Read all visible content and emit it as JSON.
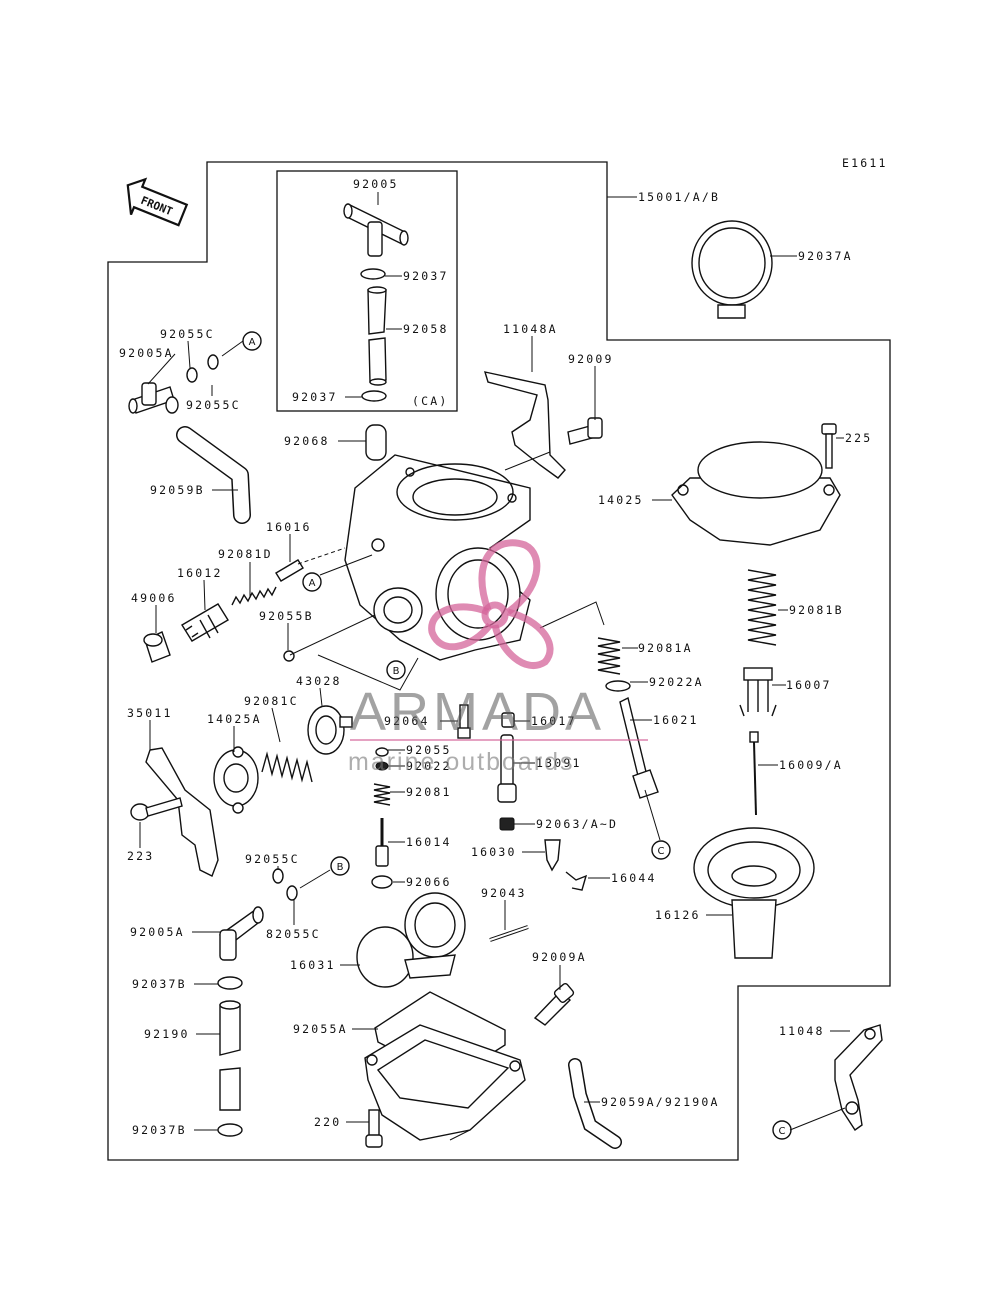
{
  "diagram_code": "E1611",
  "front_label": "FRONT",
  "watermark": {
    "brand": "ARMADA",
    "tagline": "marine outboards",
    "accent": "#d4649a"
  },
  "ca_box_label": "(CA)",
  "callouts": [
    "A",
    "B",
    "C"
  ],
  "labels": [
    "92005",
    "92037",
    "92058",
    "92037",
    "15001/A/B",
    "92037A",
    "11048A",
    "92009",
    "92055C",
    "92005A",
    "92055C",
    "92068",
    "225",
    "14025",
    "92059B",
    "16016",
    "92081D",
    "16012",
    "49006",
    "92055B",
    "92081B",
    "92081A",
    "16007",
    "92022A",
    "43028",
    "92064",
    "16017",
    "16021",
    "35011",
    "14025A",
    "92081C",
    "92055",
    "92022",
    "13091",
    "16009/A",
    "92081",
    "223",
    "92063/A~D",
    "16014",
    "16030",
    "16044",
    "92055C",
    "92066",
    "92043",
    "16126",
    "92005A",
    "82055C",
    "16031",
    "92009A",
    "92037B",
    "92190",
    "92055A",
    "11048",
    "220",
    "92059A/92190A",
    "92037B"
  ]
}
